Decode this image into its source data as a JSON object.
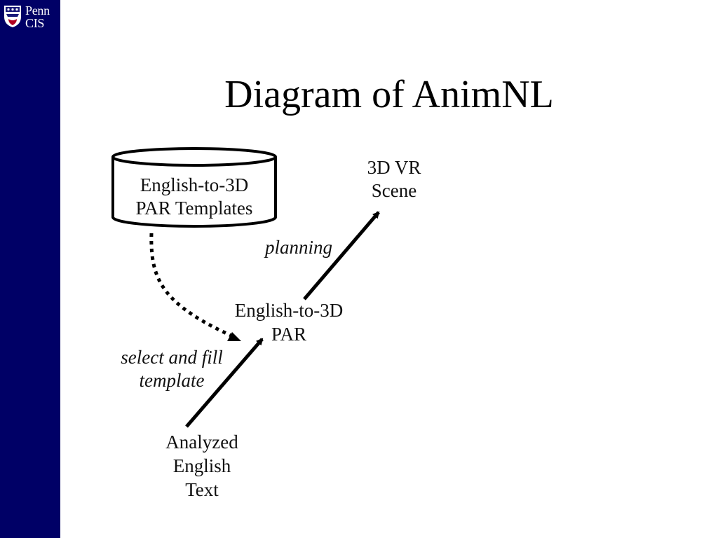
{
  "header": {
    "logo_text_1": "Penn",
    "logo_text_2": "CIS",
    "title": "Diagram of AnimNL"
  },
  "diagram": {
    "templates_line_1": "English-to-3D",
    "templates_line_2": "PAR Templates",
    "scene_line_1": "3D VR",
    "scene_line_2": "Scene",
    "planning": "planning",
    "par_line_1": "English-to-3D",
    "par_line_2": "PAR",
    "select_line_1": "select and fill",
    "select_line_2": "template",
    "input_line_1": "Analyzed",
    "input_line_2": "English",
    "input_line_3": "Text"
  },
  "colors": {
    "sidebar": "#000066",
    "background": "#ffffff",
    "ink": "#000000"
  }
}
